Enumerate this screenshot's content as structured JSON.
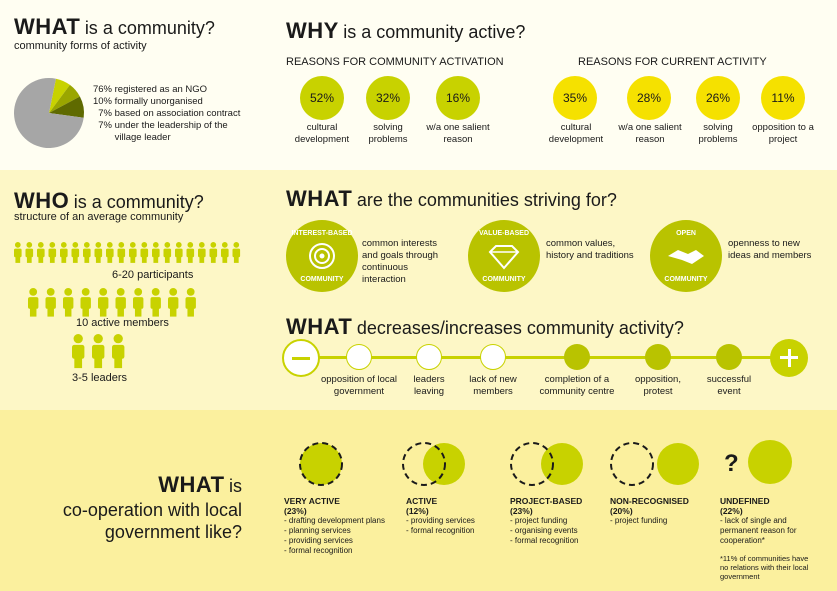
{
  "what_community": {
    "title_bold": "WHAT",
    "title_rest": "is a community?",
    "subtitle": "community forms of activity",
    "legend": [
      {
        "pct": "76%",
        "text": "registered as an NGO"
      },
      {
        "pct": "10%",
        "text": "formally unorganised"
      },
      {
        "pct": "7%",
        "text": "based on association contract"
      },
      {
        "pct": "7%",
        "text": "under the leadership of the village leader"
      }
    ],
    "colors": [
      "#a6a6a6",
      "#5f6a00",
      "#9aa600",
      "#c8d200"
    ]
  },
  "why_active": {
    "title_bold": "WHY",
    "title_rest": "is a community active?",
    "activation": {
      "heading": "REASONS FOR COMMUNITY ACTIVATION",
      "items": [
        {
          "value": "52%",
          "label": "cultural development"
        },
        {
          "value": "32%",
          "label": "solving problems"
        },
        {
          "value": "16%",
          "label": "w/a one salient reason"
        }
      ]
    },
    "current": {
      "heading": "REASONS FOR CURRENT ACTIVITY",
      "items": [
        {
          "value": "35%",
          "label": "cultural development"
        },
        {
          "value": "28%",
          "label": "w/a one salient reason"
        },
        {
          "value": "26%",
          "label": "solving problems"
        },
        {
          "value": "11%",
          "label": "opposition to a project"
        }
      ]
    }
  },
  "who_community": {
    "title_bold": "WHO",
    "title_rest": "is a community?",
    "subtitle": "structure of an average community",
    "groups": [
      {
        "label": "6-20 participants",
        "count": 20
      },
      {
        "label": "10 active members",
        "count": 10
      },
      {
        "label": "3-5 leaders",
        "count": 3
      }
    ],
    "color": "#c8d200"
  },
  "striving": {
    "title_bold": "WHAT",
    "title_rest": "are the communities striving for?",
    "items": [
      {
        "badge_top": "INTEREST-BASED",
        "badge_bottom": "COMMUNITY",
        "text": "common interests and goals through continuous interaction"
      },
      {
        "badge_top": "VALUE-BASED",
        "badge_bottom": "COMMUNITY",
        "text": "common values, history and traditions"
      },
      {
        "badge_top": "OPEN",
        "badge_bottom": "COMMUNITY",
        "text": "openness to new ideas and members"
      }
    ]
  },
  "activity_change": {
    "title_bold": "WHAT",
    "title_rest": "decreases/increases community activity?",
    "decreases": [
      "opposition of local government",
      "leaders leaving",
      "lack of new members"
    ],
    "increases": [
      "completion of a community centre",
      "opposition, protest",
      "successful event"
    ]
  },
  "cooperation": {
    "title_bold": "WHAT",
    "title_rest_1": "is",
    "title_rest_2": "co-operation with local",
    "title_rest_3": "government like?",
    "types": [
      {
        "title": "VERY ACTIVE",
        "pct": "(23%)",
        "points": [
          "- drafting development plans",
          "- planning services",
          "- providing services",
          "- formal recognition"
        ]
      },
      {
        "title": "ACTIVE",
        "pct": "(12%)",
        "points": [
          "- providing services",
          "- formal recognition"
        ]
      },
      {
        "title": "PROJECT-BASED",
        "pct": "(23%)",
        "points": [
          "- project funding",
          "- organising events",
          "- formal recognition"
        ]
      },
      {
        "title": "NON-RECOGNISED",
        "pct": "(20%)",
        "points": [
          "- project funding"
        ]
      },
      {
        "title": "UNDEFINED",
        "pct": "(22%)",
        "points": [
          "- lack of single and",
          "permanent reason for",
          "cooperation*"
        ],
        "note": "*11% of communities have no relations with their local government",
        "mark": "?"
      }
    ]
  }
}
